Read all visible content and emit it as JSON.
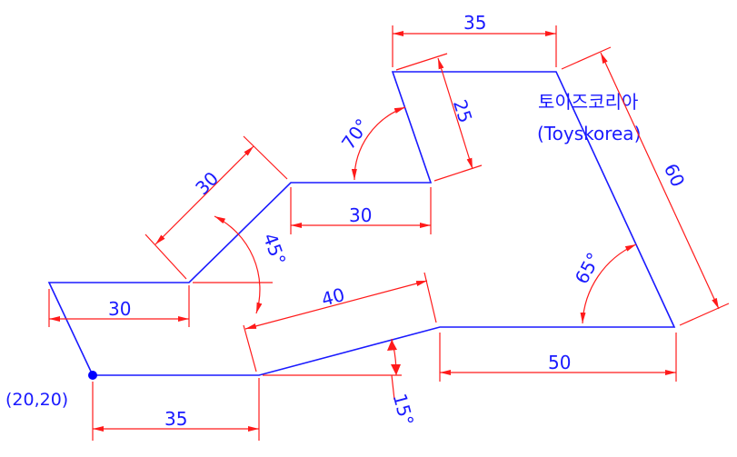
{
  "dimensions": {
    "bottom_35": "35",
    "top_35": "35",
    "left_30": "30",
    "slant_30": "30",
    "mid_30": "30",
    "slant_25": "25",
    "slant_40": "40",
    "right_50": "50",
    "side_60": "60"
  },
  "angles": {
    "a45": "45°",
    "a70": "70°",
    "a65": "65°",
    "a15": "15°"
  },
  "caption": {
    "korean": "토이즈코리아",
    "english": "(Toyskorea)"
  },
  "origin": {
    "label": "(20,20)",
    "color": "#0000ff"
  },
  "colors": {
    "profile": "#1a1aff",
    "dimension": "#ff1a1a"
  }
}
